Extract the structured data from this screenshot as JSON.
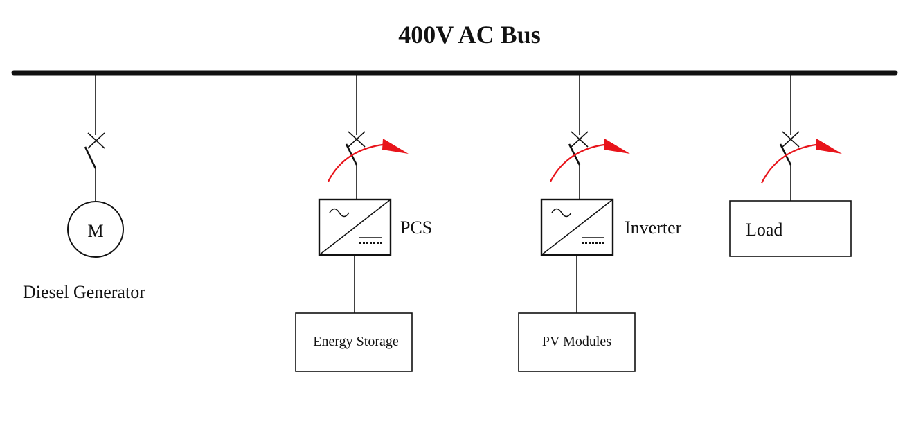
{
  "title": "400V AC Bus",
  "diesel_generator": {
    "symbol_letter": "M",
    "label": "Diesel Generator"
  },
  "pcs": {
    "label": "PCS",
    "storage_label": "Energy Storage"
  },
  "inverter": {
    "label": "Inverter",
    "pv_label": "PV  Modules"
  },
  "load": {
    "label": "Load"
  },
  "colors": {
    "line": "#111111",
    "control_arrow": "#e8141b",
    "background": "#ffffff"
  }
}
